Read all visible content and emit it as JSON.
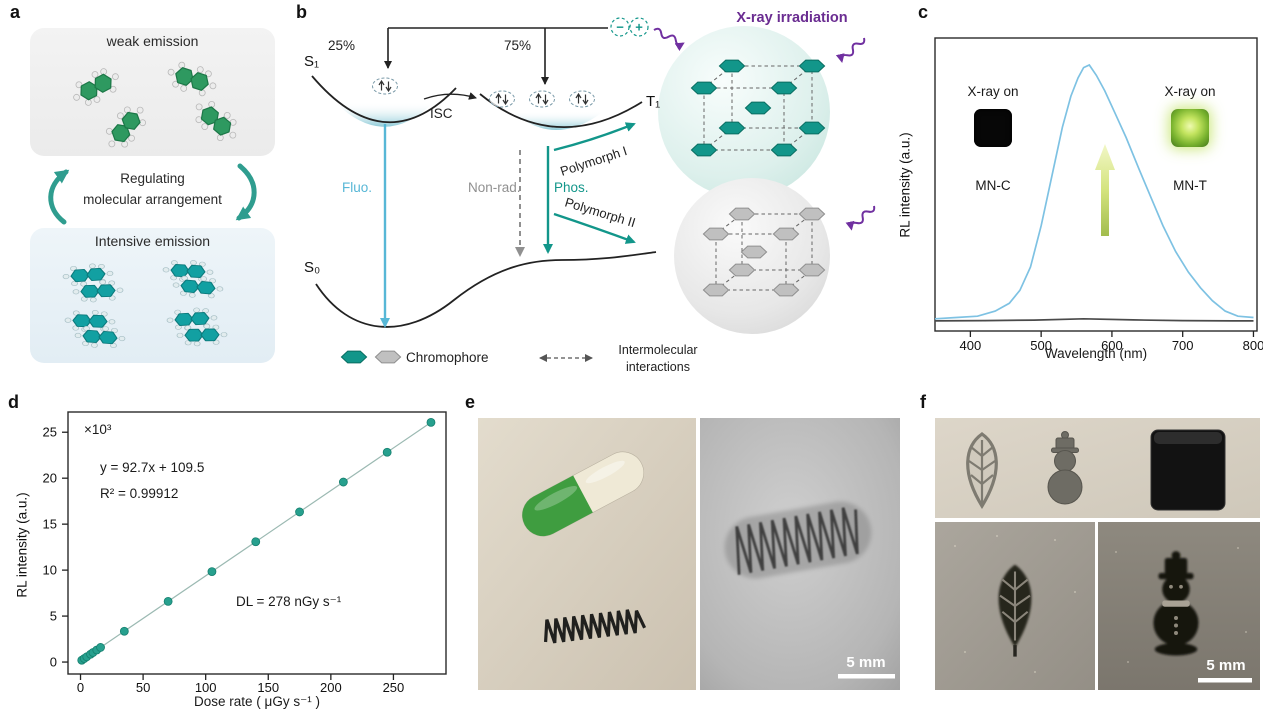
{
  "panels": {
    "a": {
      "label": "a",
      "weak_title": "weak emission",
      "regulating_line1": "Regulating",
      "regulating_line2": "molecular arrangement",
      "intensive_title": "Intensive emission"
    },
    "b": {
      "label": "b",
      "s1": "S₁",
      "t1": "T₁",
      "s0": "S₀",
      "pct25": "25%",
      "pct75": "75%",
      "isc": "ISC",
      "fluo": "Fluo.",
      "nonrad": "Non-rad.",
      "phos": "Phos.",
      "polymorph1": "Polymorph I",
      "polymorph2": "Polymorph II",
      "xray_irradiation": "X-ray irradiation",
      "electron": "−",
      "hole": "+",
      "chromophore": "Chromophore",
      "intermolecular": "Intermolecular",
      "interactions": "interactions"
    },
    "c": {
      "label": "c",
      "ylabel": "RL intensity (a.u.)",
      "xlabel": "Wavelength (nm)",
      "xray_on_left": "X-ray on",
      "xray_on_right": "X-ray on",
      "sample_left": "MN-C",
      "sample_right": "MN-T"
    },
    "d": {
      "label": "d",
      "ylabel": "RL intensity (a.u.)",
      "xlabel": "Dose rate ( μGy s⁻¹ )",
      "scale_note": "×10³",
      "equation": "y = 92.7x + 109.5",
      "r_squared": "R²  = 0.99912",
      "detection_limit": "DL = 278 nGy s⁻¹"
    },
    "e": {
      "label": "e",
      "scale_bar": "5 mm"
    },
    "f": {
      "label": "f",
      "scale_bar": "5 mm"
    }
  },
  "colors": {
    "teal_accent": "#12968a",
    "fluo_blue": "#57b7d6",
    "nonrad_gray": "#909090",
    "purple_xray": "#7030a0",
    "spectrum_blue": "#7ec2e3",
    "scatter_teal": "#27a08e",
    "capsule_green": "#3f9d40"
  },
  "chart_data": [
    {
      "id": "radioluminescence_spectrum",
      "type": "line",
      "title": "",
      "xlabel": "Wavelength (nm)",
      "ylabel": "RL intensity (a.u.)",
      "xlim": [
        350,
        805
      ],
      "xticks": [
        400,
        500,
        600,
        700,
        800
      ],
      "grid": false,
      "annotations": [
        "X-ray on / MN-C (dark sample)",
        "X-ray on / MN-T (green luminescent sample)",
        "upward enhancement arrow"
      ],
      "series": [
        {
          "name": "MN-T",
          "color": "#7ec2e3",
          "x": [
            350,
            380,
            410,
            435,
            455,
            470,
            485,
            500,
            515,
            530,
            542,
            552,
            560,
            568,
            578,
            590,
            605,
            620,
            638,
            655,
            672,
            690,
            708,
            725,
            742,
            760,
            778,
            800
          ],
          "y": [
            0.02,
            0.025,
            0.03,
            0.05,
            0.08,
            0.13,
            0.22,
            0.38,
            0.57,
            0.76,
            0.88,
            0.95,
            0.99,
            1.0,
            0.96,
            0.9,
            0.81,
            0.72,
            0.6,
            0.49,
            0.38,
            0.28,
            0.2,
            0.14,
            0.09,
            0.05,
            0.03,
            0.025
          ]
        },
        {
          "name": "MN-C",
          "color": "#4a4a4a",
          "x": [
            350,
            420,
            490,
            560,
            630,
            700,
            770,
            800
          ],
          "y": [
            0.012,
            0.013,
            0.015,
            0.02,
            0.016,
            0.013,
            0.012,
            0.012
          ]
        }
      ]
    },
    {
      "id": "dose_rate_response",
      "type": "scatter",
      "title": "",
      "xlabel": "Dose rate ( μGy s⁻¹ )",
      "ylabel": "RL intensity (a.u.)",
      "y_unit_scale": "×10³",
      "xlim": [
        -10,
        292
      ],
      "ylim": [
        -1.3,
        27.2
      ],
      "xticks": [
        0,
        50,
        100,
        150,
        200,
        250
      ],
      "yticks": [
        0,
        5,
        10,
        15,
        20,
        25
      ],
      "fit": {
        "equation": "y = 92.7x + 109.5",
        "r_squared": 0.99912,
        "detection_limit": "278 nGy s⁻¹"
      },
      "marker_color": "#27a08e",
      "x": [
        1,
        3,
        5,
        8,
        10,
        13,
        16,
        35,
        70,
        105,
        140,
        175,
        210,
        245,
        280
      ],
      "y": [
        0.2,
        0.39,
        0.57,
        0.85,
        1.04,
        1.31,
        1.59,
        3.35,
        6.6,
        9.84,
        13.09,
        16.33,
        19.58,
        22.82,
        26.07
      ]
    }
  ]
}
